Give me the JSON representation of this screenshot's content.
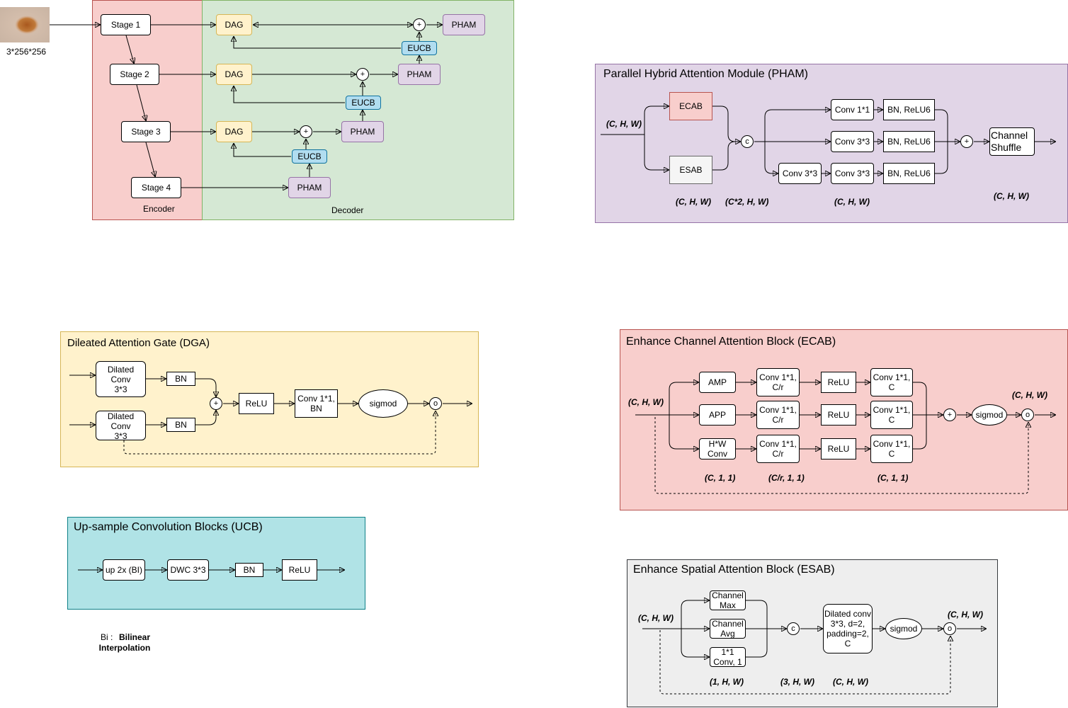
{
  "overview": {
    "input_size": "3*256*256",
    "encoder_label": "Encoder",
    "decoder_label": "Decoder",
    "stages": [
      "Stage 1",
      "Stage 2",
      "Stage 3",
      "Stage 4"
    ],
    "dag": "DAG",
    "eucb": "EUCB",
    "pham": "PHAM",
    "plus": "+"
  },
  "pham_module": {
    "title": "Parallel Hybrid Attention Module (PHAM)",
    "ecab": "ECAB",
    "esab": "ESAB",
    "concat": "c",
    "conv11": "Conv 1*1",
    "conv33": "Conv 3*3",
    "bn_relu6": "BN, ReLU6",
    "plus": "+",
    "channel_shuffle": "Channel\nShuffle",
    "dims": {
      "input": "(C, H, W)",
      "branch": "(C, H, W)",
      "concat": "(C*2, H, W)",
      "conv": "(C, H, W)",
      "output": "(C, H, W)"
    }
  },
  "dga": {
    "title": "Dileated Attention Gate (DGA)",
    "dilated_conv": "Dilated\nConv\n3*3",
    "bn": "BN",
    "plus": "+",
    "relu": "ReLU",
    "conv_bn": "Conv 1*1,\nBN",
    "sigmoid": "sigmod",
    "mult": "o"
  },
  "ecab_block": {
    "title": "Enhance Channel Attention Block (ECAB)",
    "amp": "AMP",
    "app": "APP",
    "hw_conv": "H*W\nConv",
    "conv_cr": "Conv 1*1,\nC/r",
    "relu": "ReLU",
    "conv_c": "Conv 1*1,\nC",
    "plus": "+",
    "sigmoid": "sigmod",
    "mult": "o",
    "dims": {
      "input": "(C, H, W)",
      "output": "(C, H, W)",
      "pool": "(C, 1, 1)",
      "reduced": "(C/r, 1, 1)",
      "restored": "(C, 1, 1)"
    }
  },
  "ucb": {
    "title": "Up-sample Convolution Blocks (UCB)",
    "upsample": "up 2x (BI)",
    "dwc": "DWC 3*3",
    "bn": "BN",
    "relu": "ReLU",
    "note_prefix": "Bi :",
    "note_text": "Bilinear\nInterpolation"
  },
  "esab_block": {
    "title": "Enhance Spatial Attention Block (ESAB)",
    "channel_max": "Channel\nMax",
    "channel_avg": "Channel\nAvg",
    "conv11": "1*1\nConv, 1",
    "concat": "c",
    "dilated": "Dilated conv\n3*3, d=2,\npadding=2,\nC",
    "sigmoid": "sigmod",
    "mult": "o",
    "dims": {
      "input": "(C, H, W)",
      "output": "(C, H, W)",
      "single": "(1, H, W)",
      "three": "(3, H, W)",
      "conv": "(C, H, W)"
    }
  },
  "colors": {
    "encoder_bg": "#f8cecc",
    "decoder_bg": "#d5e8d4",
    "pham_bg": "#e1d5e7",
    "dga_bg": "#fff2cc",
    "ecab_bg": "#f8cecc",
    "ucb_bg": "#b0e3e6",
    "esab_bg": "#eeeeee"
  }
}
